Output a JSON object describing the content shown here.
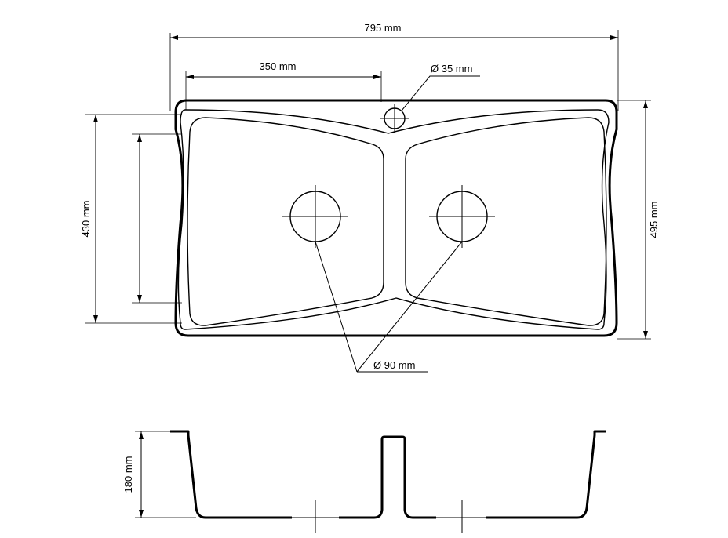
{
  "dimensions": {
    "overall_width": "795 mm",
    "bowl_offset": "350 mm",
    "tap_hole": "Ø 35 mm",
    "bowl_length": "430 mm",
    "overall_depth": "495 mm",
    "drain_hole": "Ø 90 mm",
    "bowl_depth": "180 mm"
  }
}
